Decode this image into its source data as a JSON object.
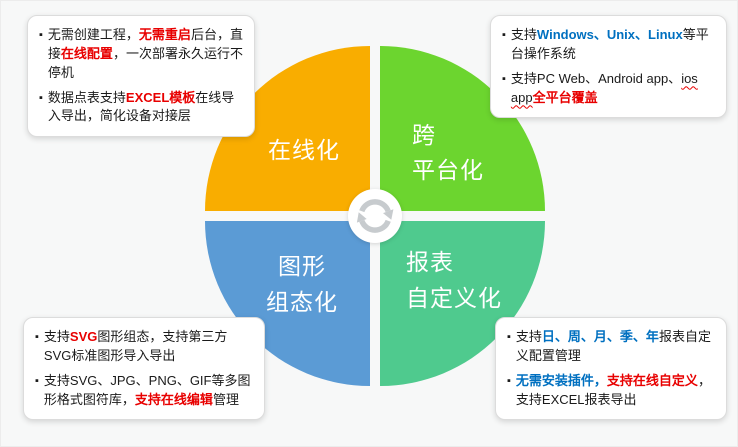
{
  "page": {
    "background": "#f7f8f8"
  },
  "bullet": "▪",
  "text_colors": {
    "default": "#1a1a1a",
    "highlight_red": "#e80000",
    "highlight_blue": "#0070c0"
  },
  "center_icon": {
    "name": "sync-arrows-icon",
    "color": "#c7cbce",
    "background": "#ffffff"
  },
  "quadrants": {
    "online": {
      "label": "在线化",
      "color": "#f9ad00"
    },
    "cross_platform": {
      "label": "跨\n平台化",
      "color": "#6cd52f"
    },
    "graphic": {
      "label": "图形\n组态化",
      "color": "#5b9bd5"
    },
    "report": {
      "label": "报表\n自定义化",
      "color": "#4fca8e"
    }
  },
  "callouts": {
    "online": {
      "items": [
        [
          {
            "t": "无需创建工程，",
            "c": "k"
          },
          {
            "t": "无需重启",
            "c": "r"
          },
          {
            "t": "后台，直接",
            "c": "k"
          },
          {
            "t": "在线配置",
            "c": "r"
          },
          {
            "t": "，一次部署永久运行不停机",
            "c": "k"
          }
        ],
        [
          {
            "t": "数据点表支持",
            "c": "k"
          },
          {
            "t": "EXCEL模板",
            "c": "r"
          },
          {
            "t": "在线导入导出，简化设备对接层",
            "c": "k"
          }
        ]
      ]
    },
    "cross_platform": {
      "items": [
        [
          {
            "t": "支持",
            "c": "k"
          },
          {
            "t": "Windows、Unix、Linux",
            "c": "b"
          },
          {
            "t": "等平台操作系统",
            "c": "k"
          }
        ],
        [
          {
            "t": "支持PC Web、Android app、",
            "c": "k"
          },
          {
            "t": "ios app",
            "c": "k",
            "u": true
          },
          {
            "t": "全平台覆盖",
            "c": "r"
          }
        ]
      ]
    },
    "graphic": {
      "items": [
        [
          {
            "t": "支持",
            "c": "k"
          },
          {
            "t": "SVG",
            "c": "r"
          },
          {
            "t": "图形组态，支持第三方SVG标准图形导入导出",
            "c": "k"
          }
        ],
        [
          {
            "t": "支持SVG、JPG、PNG、GIF等多图形格式图符库，",
            "c": "k"
          },
          {
            "t": "支持在线编辑",
            "c": "r"
          },
          {
            "t": "管理",
            "c": "k"
          }
        ]
      ]
    },
    "report": {
      "items": [
        [
          {
            "t": "支持",
            "c": "k"
          },
          {
            "t": "日、周、月、季、年",
            "c": "b"
          },
          {
            "t": "报表自定义配置管理",
            "c": "k"
          }
        ],
        [
          {
            "t": "无需安装插件，",
            "c": "b"
          },
          {
            "t": "支持在线自定义",
            "c": "r"
          },
          {
            "t": "，支持EXCEL报表导出",
            "c": "k"
          }
        ]
      ]
    }
  }
}
